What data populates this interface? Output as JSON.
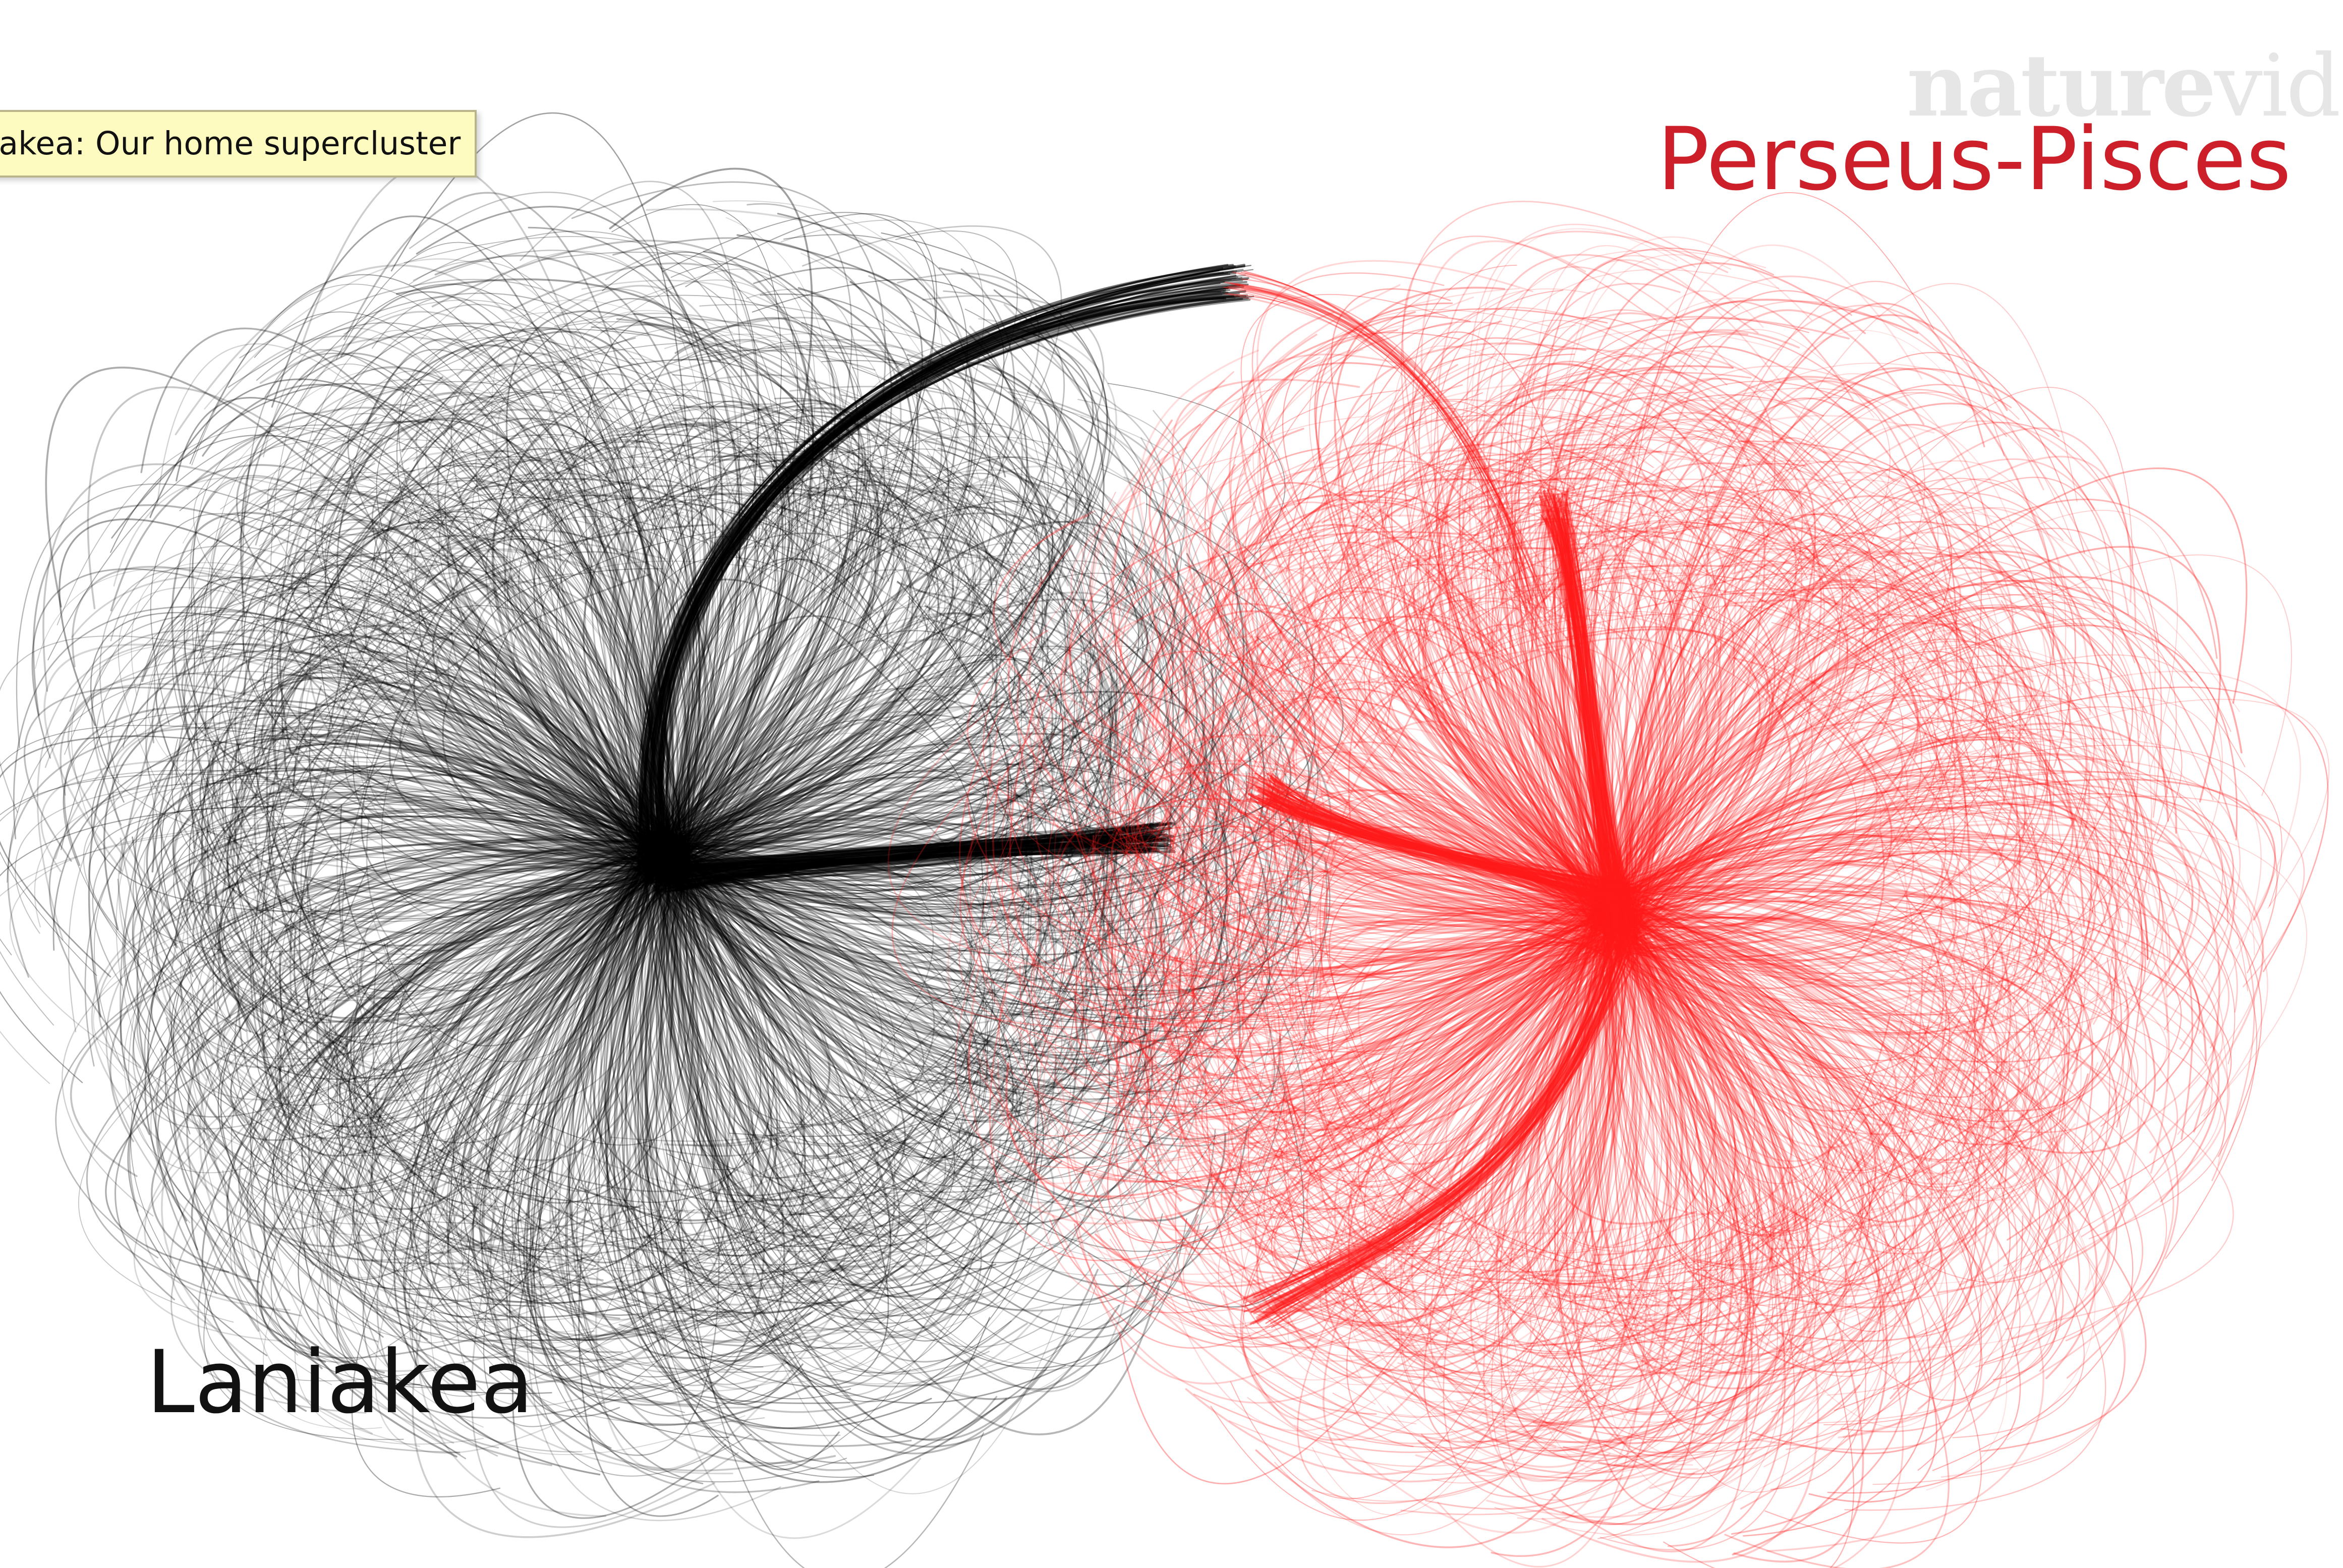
{
  "tooltip": {
    "text": "Laniakea: Our home supercluster",
    "visible_text": "iakea: Our home supercluster"
  },
  "watermark": {
    "part1": "nature",
    "part2": "video"
  },
  "clusters": {
    "laniakea": {
      "label": "Laniakea",
      "color": "#000000"
    },
    "perseus_pisces": {
      "label": "Perseus-Pisces",
      "color": "#ff1a1a"
    }
  },
  "colors": {
    "background": "#ffffff",
    "tooltip_bg": "#fdfbbf",
    "label_red": "#cc1f2a",
    "watermark": "#e6e6e6"
  }
}
